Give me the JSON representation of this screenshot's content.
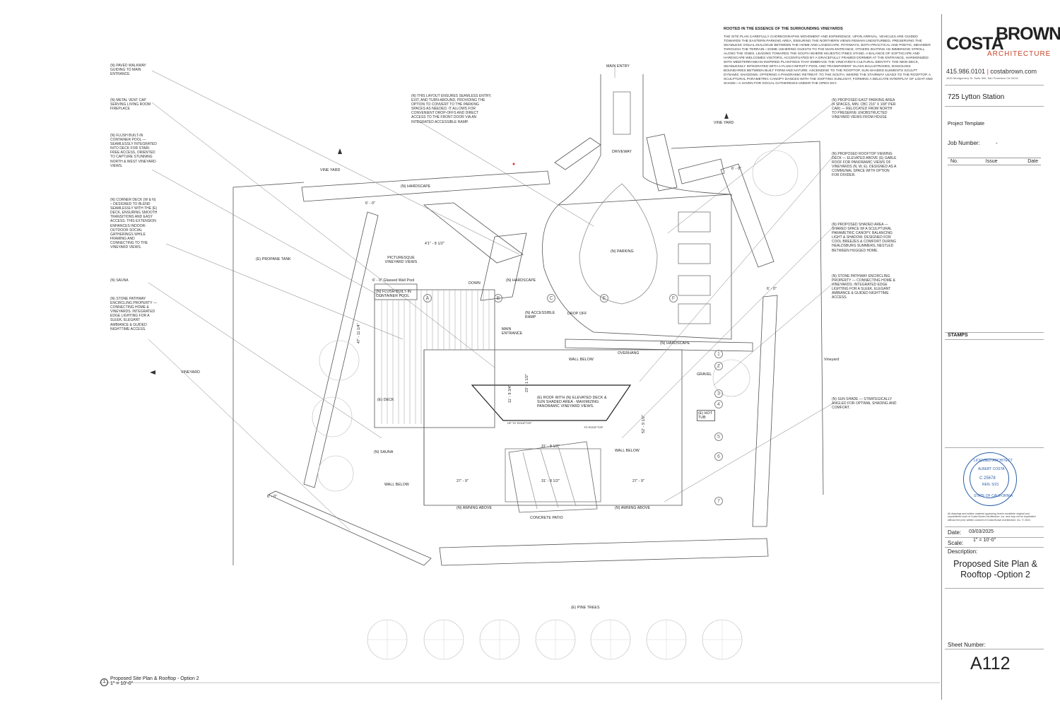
{
  "intro": {
    "heading": "ROOTED IN THE ESSENCE OF THE SURROUNDING VINEYARDS",
    "body": "THE SITE PLAN CAREFULLY CHOREOGRAPHS MOVEMENT AND EXPERIENCE. UPON ARRIVAL, VEHICLES ARE GUIDED TOWARDS THE EASTERN PARKING AREA, ENSURING THE NORTHERN VIEWS REMAIN UNDISTURBED, PRESERVING THE SEAMLESS VISUAL DIALOGUE BETWEEN THE HOME AND LANDSCAPE. PATHWAYS, BOTH PRACTICAL AND POETIC, MEANDER THROUGH THE TERRAIN—SOME USHERING GUESTS TO THE MAIN ENTRANCE, OTHERS INVITING AN IMMERSIVE STROLL ALONG THE VINES, LEADING TOWARDS THE SOUTH WHERE MAJESTIC PINES STAND. A BALANCE OF SOFTSCAPE AND HARDSCAPE WELCOMES VISITORS, ACCENTUATED BY A GRACEFULLY FRAMED DORMER AT THE ENTRANCE, HARMONIZED WITH MEDITERRANEAN-INSPIRED PLANTINGS THAT EMBRACE THE VINEYARD'S CULTURAL IDENTITY. THE NEW DECK, SEAMLESSLY INTEGRATED WITH A FLUSH INFINITY POOL AND TRANSPARENT GLASS BALUSTRADES, DISSOLVES BOUNDARIES BETWEEN BUILT FORM AND NATURE. ASCENDING TO THE ROOFTOP, SUN-SHADED ELEMENTS SCULPT DYNAMIC SHADOWS, OFFERING A PANORAMIC RETREAT. TO THE SOUTH, WHERE THE STAIRWAY LEADS TO THE ROOFTOP, A SCULPTURAL PARAMETRIC CANOPY DANCES WITH THE SHIFTING SUNLIGHT, FORMING A DELICATE INTERPLAY OF LIGHT AND SHADE—A HAVEN FOR SOCIAL GATHERINGS UNDER THE OPEN SKY."
  },
  "left_notes": [
    "(N) PAVED WALKWAY GUIDING TO MAIN ENTRANCE",
    "(N) METAL VENT CAP SERVING LIVING ROOM FIREPLACE",
    "(N) FLUSH BUILT-IN CONTAINER POOL — SEAMLESSLY INTEGRATED INTO DECK FOR STAIR-FREE ACCESS, ORIENTED TO CAPTURE STUNNING NORTH & WEST VINEYARD VIEWS.",
    "(N) CORNER DECK (W & N) – DESIGNED TO BLEND SEAMLESSLY WITH THE (E) DECK, ENSURING SMOOTH TRANSITIONS AND EASY ACCESS. THIS EXTENSION ENHANCES INDOOR-OUTDOOR SOCIAL GATHERINGS WHILE FRAMING AND CONNECTING TO THE VINEYARD VIEWS.",
    "(N) SAUNA",
    "(N) STONE PATHWAY ENCIRCLING PROPERTY — CONNECTING HOME & VINEYARDS. INTEGRATED EDGE LIGHTING FOR A SLEEK, ELEGANT AMBIANCE & GUIDED NIGHTTIME ACCESS."
  ],
  "right_notes": [
    "(N) PROPOSED EAST PARKING AREA (4 SPACES, MIN. CBC 216\" x 108\" PER CAR) — RELOCATED FROM NORTH TO PRESERVE UNOBSTRUCTED VINEYARD VIEWS FROM HOUSE",
    "(N) PROPOSED ROOFTOP VIEWING DECK — ELEVATED ABOVE (E) GABLE ROOF FOR PANORAMIC VIEWS OF VINEYARDS (N, W, E). DESIGNED AS A COMMUNAL SPACE WITH OPTION FOR DIVIDER.",
    "(N) PROPOSED SHADED AREA — SHARED SPACE W/ A SCULPTURAL PARAMETRIC CANOPY, BALANCING LIGHT & SHADOW. DESIGNED FOR COOL BREEZES & COMFORT DURING HEALDSBURG SUMMERS, NESTLED BETWEEN HUGGED HOME.",
    "(N) STONE PATHWAY ENCIRCLING PROPERTY — CONNECTING HOME & VINEYARDS. INTEGRATED EDGE LIGHTING FOR A SLEEK, ELEGANT AMBIANCE & GUIDED NIGHTTIME ACCESS.",
    "(N) SUN SHADE — STRATEGICALLY ANGLED FOR OPTIMAL SHADING AND COMFORT."
  ],
  "top_note": "(N) THIS LAYOUT ENSURES SEAMLESS ENTRY, EXIT, AND TURN-AROUND, PROVIDING THE OPTION TO CONVERT TO THE PARKING SPACES AS NEEDED. IT ALLOWS FOR CONVENIENT DROP-OFFS AND DIRECT ACCESS TO THE FRONT DOOR VIA AN INTEGRATED ACCESSIBLE RAMP.",
  "plan_labels": {
    "main_entry": "MAIN ENTRY",
    "driveway": "DRIVEWAY",
    "vine_yard_left": "VINE YARD",
    "vine_yard_right": "VINE YARD",
    "hardscape_top": "(N) HARDSCAPE",
    "propane": "(E) PROPANE TANK",
    "parking": "(N) PARKING",
    "dim_6_0_a": "6' - 0\"",
    "dim_6_0_b": "6' - 0\"",
    "dim_6_0_c": "6' - 0\"",
    "dim_6_0_d": "6' - 0\"",
    "dim_4_1": "4'1\" - 8 1/2\"",
    "picturesque": "PICTURESQUE VINEYARD VIEWS",
    "glassed_wall": "6' - 0\" Glassed Wall Pool",
    "flush_pool": "(N) FLUSH BUILT-IN CONTAINER POOL",
    "down": "DOWN",
    "hardscape_mid": "(N) HARDSCAPE",
    "ramp": "(N) ACCESSIBLE RAMP",
    "dropoff": "DROP OFF",
    "main_entrance": "MAIN ENTRANCE",
    "wall_below_top": "WALL BELOW",
    "overhang": "OVERHANG",
    "hardscape_right": "(N) HARDSCAPE",
    "gravel": "GRAVEL",
    "hot_tub": "(E) HOT TUB",
    "vineyard_right": "Vineyard",
    "vineyard_left": "VINEYARD",
    "e_deck": "(E) DECK",
    "dim_47": "47' - 11 1/4\"",
    "dim_23": "23' - 1 1/2\"",
    "dim_11": "11' - 9 3/4\"",
    "dim_52": "52' - 9 1/2\"",
    "roof_note": "(E) ROOF WITH (N) ELEVATED DECK & SUN SHADED AREA - MAXIMIZING PANORAMIC VINEYARD VIEWS.",
    "up_rooftop": "UP TO ROOFTOP",
    "to_rooftop": "TO ROOFTOP",
    "sauna": "(N) SAUNA",
    "dim_31_a": "31' - 8 1/2\"",
    "dim_31_b": "31' - 8 1/2\"",
    "wall_below_right": "WALL BELOW",
    "wall_below_left": "WALL BELOW",
    "dim_27_a": "27' - 9\"",
    "dim_27_b": "27' - 9\"",
    "awning_left": "(N) AWNING ABOVE",
    "awning_right": "(N) AWNING ABOVE",
    "concrete_patio": "CONCRETE PATIO",
    "pine_trees": "(E) PINE TREES",
    "grid_a": "A",
    "grid_b": "B",
    "grid_c": "C",
    "grid_e": "E",
    "grid_f": "F",
    "row_1": "1",
    "row_2": "2",
    "row_3": "3",
    "row_4": "4",
    "row_5": "5",
    "row_6": "6",
    "row_7": "7"
  },
  "view_title": {
    "number": "1",
    "name": "Proposed Site Plan & Rooftop - Option 2",
    "scale": "1\" = 10'-0\""
  },
  "titleblock": {
    "logo_costa": "COSTA",
    "logo_brown": "BROWN",
    "logo_arch": "ARCHITECTURE",
    "phone": "415.986.0101",
    "website": "costabrown.com",
    "address": "1620 Montgomery St. Suite 300, San Francisco CA 94111",
    "project": "725 Lytton Station",
    "template": "Project Template",
    "job_label": "Job Number:",
    "job_value": "-",
    "col_no": "No.",
    "col_issue": "Issue",
    "col_date": "Date",
    "stamps": "STAMPS",
    "seal_top": "LICENSED ARCHITECT",
    "seal_name": "ALBERT COSTA",
    "seal_num": "C 25678",
    "seal_ren": "REN. 5/23",
    "seal_state": "STATE OF CALIFORNIA",
    "copyright": "All drawings and written material appearing herein constitute original and unpublished work of Costa Brown Architecture, Inc. and may not be duplicated without the prior written consent of Costa Brown Architecture, Inc. © 2024",
    "date_label": "Date:",
    "date_value": "03/03/2025",
    "scale_label": "Scale:",
    "scale_value": "1\" = 10'-0\"",
    "desc_label": "Description:",
    "desc_value": "Proposed Site Plan & Rooftop -Option 2",
    "sheet_label": "Sheet Number:",
    "sheet_value": "A112"
  },
  "colors": {
    "line": "#444444",
    "accent": "#c8462c",
    "seal": "#2a5fa8"
  }
}
